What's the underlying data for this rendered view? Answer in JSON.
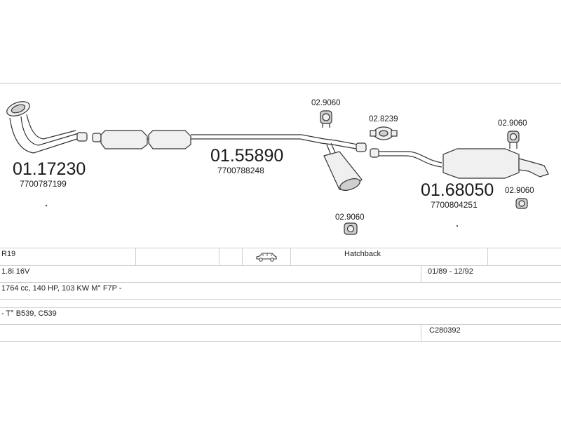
{
  "parts": {
    "downpipe": {
      "number": "01.17230",
      "oem": "7700787199"
    },
    "middle_section": {
      "number": "01.55890",
      "oem": "7700788248"
    },
    "rear_silencer": {
      "number": "01.68050",
      "oem": "7700804251"
    },
    "mount_top_center": {
      "number": "02.9060"
    },
    "clamp_center": {
      "number": "02.8239"
    },
    "mount_top_right": {
      "number": "02.9060"
    },
    "mount_right": {
      "number": "02.9060"
    },
    "mount_bottom_center": {
      "number": "02.9060"
    }
  },
  "vehicle": {
    "model": "R19",
    "body_type": "Hatchback",
    "engine": "1.8i 16V",
    "years": "01/89 - 12/92",
    "specs": "1764 cc, 140 HP, 103 KW M° F7P -",
    "types": "- T° B539, C539",
    "code": "C280392"
  },
  "icons": {
    "car": "hatchback-car-icon"
  },
  "colors": {
    "lines": "#c8c8c8",
    "text": "#222222"
  }
}
